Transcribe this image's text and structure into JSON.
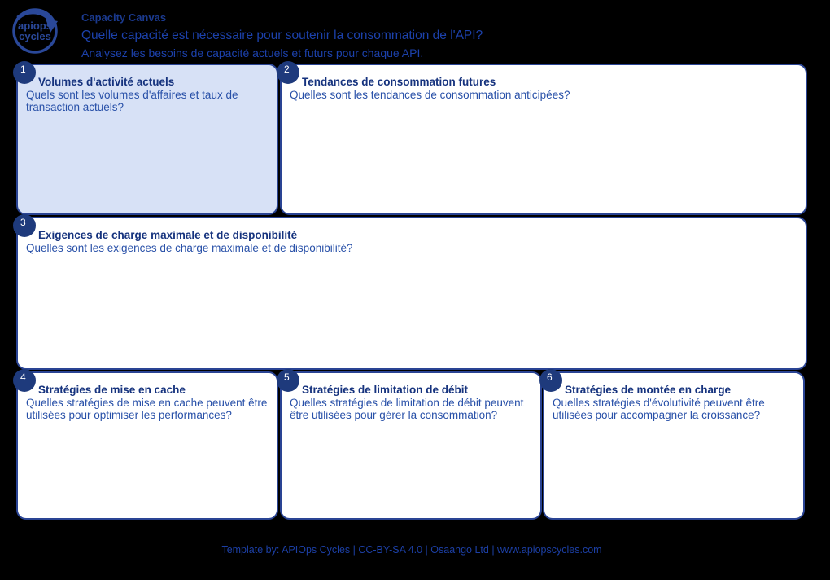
{
  "colors": {
    "background": "#000000",
    "box_border": "#2A4494",
    "box_fill": "#FFFFFF",
    "box_fill_highlight": "#D7E1F6",
    "badge_fill": "#1E3A7C",
    "badge_text": "#FFFFFF",
    "title_text": "#16337E",
    "body_text": "#2850A8",
    "header_text": "#1C41AB",
    "logo_blue": "#2A4899"
  },
  "header": {
    "logo": {
      "line1": "apiops",
      "line2": "cycles"
    },
    "title": "Capacity Canvas",
    "subtitle": "Quelle capacité est nécessaire pour soutenir la consommation de l'API?",
    "description": "Analysez les besoins de capacité actuels et futurs pour chaque API."
  },
  "boxes": [
    {
      "number": "1",
      "title": "Volumes d'activité actuels",
      "question": "Quels sont les volumes d'affaires et taux de transaction actuels?",
      "highlighted": true
    },
    {
      "number": "2",
      "title": "Tendances de consommation futures",
      "question": "Quelles sont les tendances de consommation anticipées?",
      "highlighted": false
    },
    {
      "number": "3",
      "title": "Exigences de charge maximale et de disponibilité",
      "question": "Quelles sont les exigences de charge maximale et de disponibilité?",
      "highlighted": false
    },
    {
      "number": "4",
      "title": "Stratégies de mise en cache",
      "question": "Quelles stratégies de mise en cache peuvent être utilisées pour optimiser les performances?",
      "highlighted": false
    },
    {
      "number": "5",
      "title": "Stratégies de limitation de débit",
      "question": "Quelles stratégies de limitation de débit peuvent être utilisées pour gérer la consommation?",
      "highlighted": false
    },
    {
      "number": "6",
      "title": "Stratégies de montée en charge",
      "question": "Quelles stratégies d'évolutivité peuvent être utilisées pour accompagner la croissance?",
      "highlighted": false
    }
  ],
  "footer": {
    "text": "Template by: APIOps Cycles | CC-BY-SA 4.0 | Osaango Ltd | www.apiopscycles.com"
  }
}
